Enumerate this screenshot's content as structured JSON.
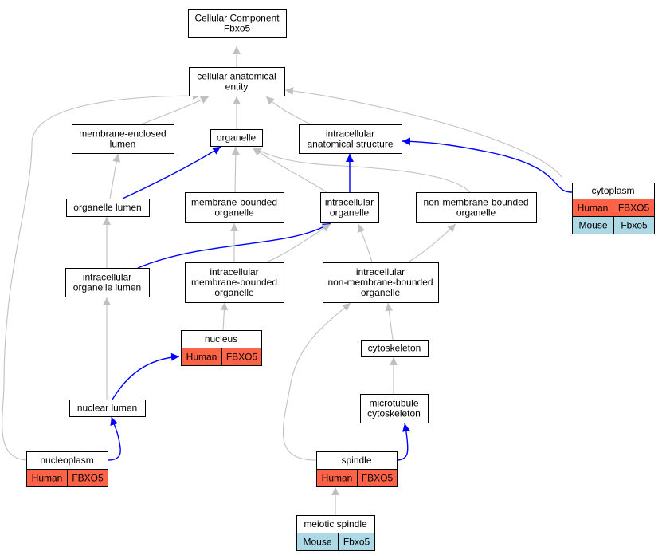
{
  "colors": {
    "human_bg": "#ff6347",
    "mouse_bg": "#add8e6",
    "edge_default": "#c0c0c0",
    "edge_highlight": "#0000ff",
    "node_border": "#000000",
    "node_fill": "#ffffff"
  },
  "nodes": [
    {
      "id": "root",
      "lines": [
        "Cellular Component",
        "Fbxo5"
      ]
    },
    {
      "id": "cae",
      "lines": [
        "cellular anatomical",
        "entity"
      ]
    },
    {
      "id": "mel",
      "lines": [
        "membrane-enclosed",
        "lumen"
      ]
    },
    {
      "id": "org",
      "lines": [
        "organelle"
      ]
    },
    {
      "id": "ias",
      "lines": [
        "intracellular",
        "anatomical structure"
      ]
    },
    {
      "id": "orglum",
      "lines": [
        "organelle lumen"
      ]
    },
    {
      "id": "mbo",
      "lines": [
        "membrane-bounded",
        "organelle"
      ]
    },
    {
      "id": "io",
      "lines": [
        "intracellular",
        "organelle"
      ]
    },
    {
      "id": "nmbo",
      "lines": [
        "non-membrane-bounded",
        "organelle"
      ]
    },
    {
      "id": "iol",
      "lines": [
        "intracellular",
        "organelle lumen"
      ]
    },
    {
      "id": "imbo",
      "lines": [
        "intracellular",
        "membrane-bounded",
        "organelle"
      ]
    },
    {
      "id": "inmbo",
      "lines": [
        "intracellular",
        "non-membrane-bounded",
        "organelle"
      ]
    },
    {
      "id": "cyto",
      "lines": [
        "cytoplasm"
      ],
      "genes": [
        [
          "Human",
          "FBXO5"
        ],
        [
          "Mouse",
          "Fbxo5"
        ]
      ]
    },
    {
      "id": "nucleus",
      "lines": [
        "nucleus"
      ],
      "genes": [
        [
          "Human",
          "FBXO5"
        ]
      ]
    },
    {
      "id": "cytoskel",
      "lines": [
        "cytoskeleton"
      ]
    },
    {
      "id": "nuclum",
      "lines": [
        "nuclear lumen"
      ]
    },
    {
      "id": "mtcyto",
      "lines": [
        "microtubule",
        "cytoskeleton"
      ]
    },
    {
      "id": "nucleoplasm",
      "lines": [
        "nucleoplasm"
      ],
      "genes": [
        [
          "Human",
          "FBXO5"
        ]
      ]
    },
    {
      "id": "spindle",
      "lines": [
        "spindle"
      ],
      "genes": [
        [
          "Human",
          "FBXO5"
        ]
      ]
    },
    {
      "id": "meiotic",
      "lines": [
        "meiotic spindle"
      ],
      "genes": [
        [
          "Mouse",
          "Fbxo5"
        ]
      ]
    }
  ],
  "edges": [
    {
      "from": "cae",
      "to": "root",
      "highlight": false
    },
    {
      "from": "mel",
      "to": "cae",
      "highlight": false
    },
    {
      "from": "org",
      "to": "cae",
      "highlight": false
    },
    {
      "from": "ias",
      "to": "cae",
      "highlight": false
    },
    {
      "from": "cyto",
      "to": "cae",
      "highlight": false
    },
    {
      "from": "nucleoplasm",
      "to": "cae",
      "highlight": false
    },
    {
      "from": "cyto",
      "to": "ias",
      "highlight": true
    },
    {
      "from": "orglum",
      "to": "mel",
      "highlight": false
    },
    {
      "from": "orglum",
      "to": "org",
      "highlight": true
    },
    {
      "from": "mbo",
      "to": "org",
      "highlight": false
    },
    {
      "from": "io",
      "to": "org",
      "highlight": false
    },
    {
      "from": "nmbo",
      "to": "org",
      "highlight": false
    },
    {
      "from": "io",
      "to": "ias",
      "highlight": true
    },
    {
      "from": "iol",
      "to": "orglum",
      "highlight": false
    },
    {
      "from": "iol",
      "to": "io",
      "highlight": true
    },
    {
      "from": "imbo",
      "to": "mbo",
      "highlight": false
    },
    {
      "from": "imbo",
      "to": "io",
      "highlight": false
    },
    {
      "from": "inmbo",
      "to": "io",
      "highlight": false
    },
    {
      "from": "inmbo",
      "to": "nmbo",
      "highlight": false
    },
    {
      "from": "nucleus",
      "to": "imbo",
      "highlight": false
    },
    {
      "from": "cytoskel",
      "to": "inmbo",
      "highlight": false
    },
    {
      "from": "spindle",
      "to": "inmbo",
      "highlight": false
    },
    {
      "from": "nuclum",
      "to": "iol",
      "highlight": false
    },
    {
      "from": "nuclum",
      "to": "nucleus",
      "highlight": true
    },
    {
      "from": "mtcyto",
      "to": "cytoskel",
      "highlight": false
    },
    {
      "from": "nucleoplasm",
      "to": "nuclum",
      "highlight": true
    },
    {
      "from": "spindle",
      "to": "mtcyto",
      "highlight": true
    },
    {
      "from": "meiotic",
      "to": "spindle",
      "highlight": false
    }
  ]
}
